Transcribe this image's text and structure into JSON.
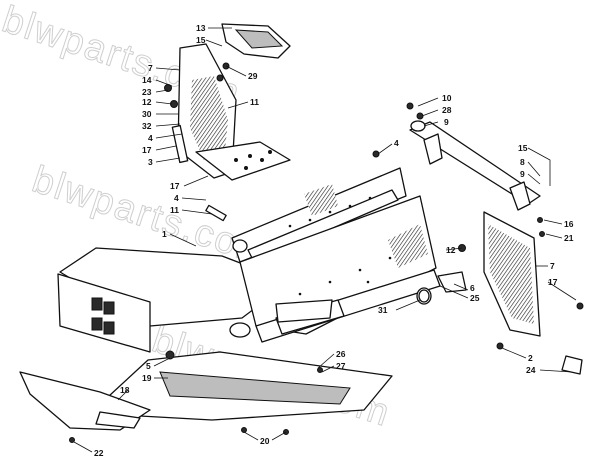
{
  "watermark": "blwparts.com",
  "callouts": [
    {
      "id": "c13",
      "label": "13"
    },
    {
      "id": "c15a",
      "label": "15"
    },
    {
      "id": "c7a",
      "label": "7"
    },
    {
      "id": "c29",
      "label": "29"
    },
    {
      "id": "c14",
      "label": "14"
    },
    {
      "id": "c23",
      "label": "23"
    },
    {
      "id": "c12a",
      "label": "12"
    },
    {
      "id": "c11a",
      "label": "11"
    },
    {
      "id": "c30",
      "label": "30"
    },
    {
      "id": "c32",
      "label": "32"
    },
    {
      "id": "c4a",
      "label": "4"
    },
    {
      "id": "c17a",
      "label": "17"
    },
    {
      "id": "c3",
      "label": "3"
    },
    {
      "id": "c10",
      "label": "10"
    },
    {
      "id": "c28",
      "label": "28"
    },
    {
      "id": "c9a",
      "label": "9"
    },
    {
      "id": "c4b",
      "label": "4"
    },
    {
      "id": "c15b",
      "label": "15"
    },
    {
      "id": "c8",
      "label": "8"
    },
    {
      "id": "c9b",
      "label": "9"
    },
    {
      "id": "c17b",
      "label": "17"
    },
    {
      "id": "c4c",
      "label": "4"
    },
    {
      "id": "c11b",
      "label": "11"
    },
    {
      "id": "c1",
      "label": "1"
    },
    {
      "id": "c16",
      "label": "16"
    },
    {
      "id": "c21",
      "label": "21"
    },
    {
      "id": "c12b",
      "label": "12"
    },
    {
      "id": "c7b",
      "label": "7"
    },
    {
      "id": "c17c",
      "label": "17"
    },
    {
      "id": "c6",
      "label": "6"
    },
    {
      "id": "c25",
      "label": "25"
    },
    {
      "id": "c31",
      "label": "31"
    },
    {
      "id": "c5",
      "label": "5"
    },
    {
      "id": "c19",
      "label": "19"
    },
    {
      "id": "c18",
      "label": "18"
    },
    {
      "id": "c26",
      "label": "26"
    },
    {
      "id": "c27",
      "label": "27"
    },
    {
      "id": "c2",
      "label": "2"
    },
    {
      "id": "c24",
      "label": "24"
    },
    {
      "id": "c20",
      "label": "20"
    },
    {
      "id": "c22",
      "label": "22"
    }
  ]
}
